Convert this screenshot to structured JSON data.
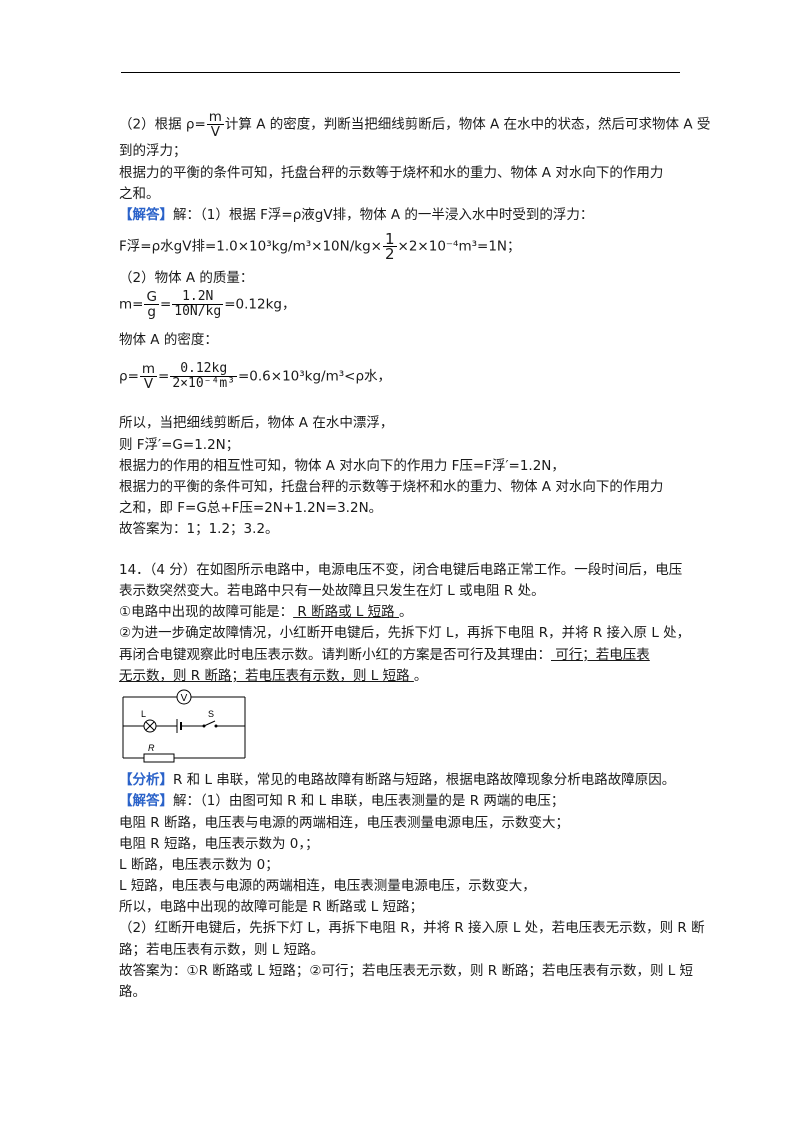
{
  "part_a": {
    "a1_pre": "（2）根据 ρ=",
    "a1_num": "m",
    "a1_den": "V",
    "a1_post": "计算 A 的密度，判断当把细线剪断后，物体 A 在水中的状态，然后可求物体 A 受",
    "a2": "到的浮力；",
    "a3": "根据力的平衡的条件可知，托盘台秤的示数等于烧杯和水的重力、物体 A 对水向下的作用力",
    "a4": "之和。",
    "ans_tag": "【解答】",
    "a5": "解：（1）根据 F浮=ρ液gV排，物体 A 的一半浸入水中时受到的浮力：",
    "f1_pre": "F浮=ρ水gV排=1.0×10³kg/m³×10N/kg×",
    "f1_num": "1",
    "f1_den": "2",
    "f1_post": "×2×10⁻⁴m³=1N；",
    "a6": "（2）物体 A 的质量：",
    "m_pre": "m=",
    "m_num1": "G",
    "m_den1": "g",
    "m_eq": "=",
    "m_num2": "1.2N",
    "m_den2": "10N/kg",
    "m_post": "=0.12kg，",
    "a7": "物体 A 的密度：",
    "rho_pre": "ρ=",
    "rho_num1": "m",
    "rho_den1": "V",
    "rho_eq": "=",
    "rho_num2": "0.12kg",
    "rho_den2": "2×10⁻⁴m³",
    "rho_post": "=0.6×10³kg/m³<ρ水，",
    "a8": "所以，当把细线剪断后，物体 A 在水中漂浮，",
    "a9": "则 F浮′=G=1.2N；",
    "a10": "根据力的作用的相互性可知，物体 A 对水向下的作用力 F压=F浮′=1.2N，",
    "a11": "根据力的平衡的条件可知，托盘台秤的示数等于烧杯和水的重力、物体 A 对水向下的作用力",
    "a12": "之和，即 F=G总+F压=2N+1.2N=3.2N。",
    "a13": "故答案为：1；1.2；3.2。"
  },
  "q14": {
    "l1": "14．（4 分）在如图所示电路中，电源电压不变，闭合电键后电路正常工作。一段时间后，电压",
    "l2": "表示数突然变大。若电路中只有一处故障且只发生在灯 L 或电阻 R 处。",
    "l3_pre": "①电路中出现的故障可能是：",
    "l3_ans": "  R 断路或 L 短路  ",
    "l3_post": "。",
    "l4": "②为进一步确定故障情况，小红断开电键后，先拆下灯 L，再拆下电阻 R，并将 R 接入原 L 处，",
    "l5_pre": "再闭合电键观察此时电压表示数。请判断小红的方案是否可行及其理由：",
    "l5_ans": "  可行；若电压表",
    "l6_ans": "无示数，则 R 断路；若电压表有示数，则 L 短路  ",
    "l6_post": "。",
    "c_v": "V",
    "c_l": "L",
    "c_s": "S",
    "c_r": "R",
    "ana_tag": "【分析】",
    "ana": "R 和 L 串联，常见的电路故障有断路与短路，根据电路故障现象分析电路故障原因。",
    "sol_tag": "【解答】",
    "s1": "解：（1）由图可知 R 和 L 串联，电压表测量的是 R 两端的电压；",
    "s2": "电阻 R 断路，电压表与电源的两端相连，电压表测量电源电压，示数变大；",
    "s3": "电阻 R 短路，电压表示数为 0，；",
    "s4": "L 断路，电压表示数为 0；",
    "s5": "L 短路，电压表与电源的两端相连，电压表测量电源电压，示数变大，",
    "s6": "所以，电路中出现的故障可能是 R 断路或 L 短路；",
    "s7": "（2）红断开电键后，先拆下灯 L，再拆下电阻 R，并将 R 接入原 L 处，若电压表无示数，则 R 断",
    "s8": "路；若电压表有示数，则 L 短路。",
    "s9": "故答案为：①R 断路或 L 短路；②可行；若电压表无示数，则 R 断路；若电压表有示数，则 L 短",
    "s10": "路。"
  }
}
